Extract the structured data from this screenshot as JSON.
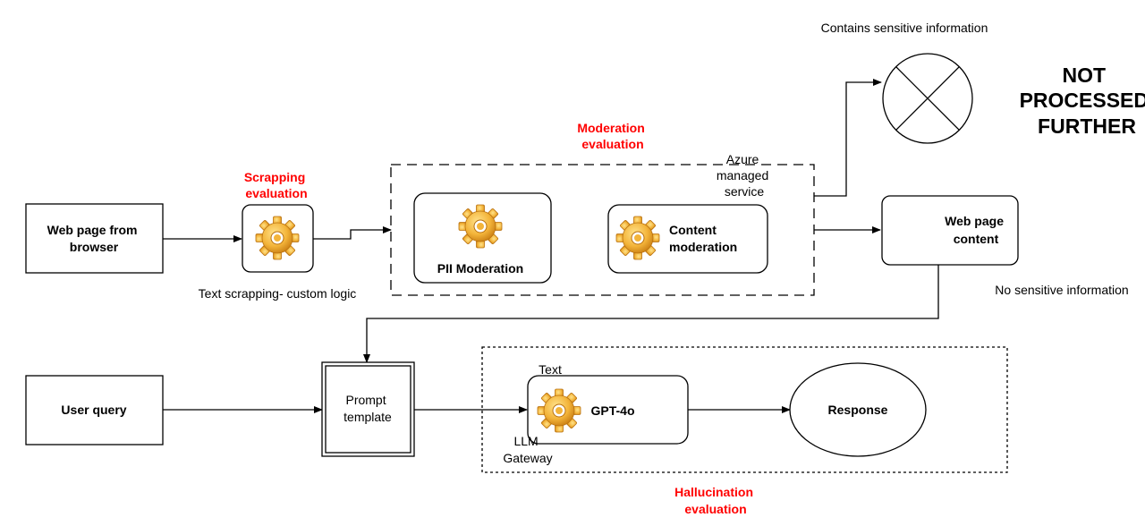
{
  "nodes": {
    "web_page_browser": [
      "Web page from",
      "browser"
    ],
    "scrapping_caption": "Text scrapping- custom logic",
    "pii": "PII Moderation",
    "content_mod": [
      "Content",
      "moderation"
    ],
    "azure": [
      "Azure",
      "managed",
      "service"
    ],
    "web_content": [
      "Web page",
      "content"
    ],
    "sensitive": "Contains sensitive information",
    "not_processed": [
      "NOT",
      "PROCESSED",
      "FURTHER"
    ],
    "no_sensitive": "No sensitive information",
    "user_query": "User query",
    "prompt_template": [
      "Prompt",
      "template"
    ],
    "gpt": "GPT-4o",
    "gpt_text": "Text",
    "llm_gateway": [
      "LLM",
      "Gateway"
    ],
    "response": "Response"
  },
  "stages": {
    "scrapping": [
      "Scrapping",
      "evaluation"
    ],
    "moderation": [
      "Moderation",
      "evaluation"
    ],
    "hallucination": [
      "Hallucination",
      "evaluation"
    ]
  },
  "colors": {
    "stage_label": "#ff0000",
    "gear_light": "#f7c84a",
    "gear_dark": "#d9901a",
    "stroke": "#000000"
  }
}
